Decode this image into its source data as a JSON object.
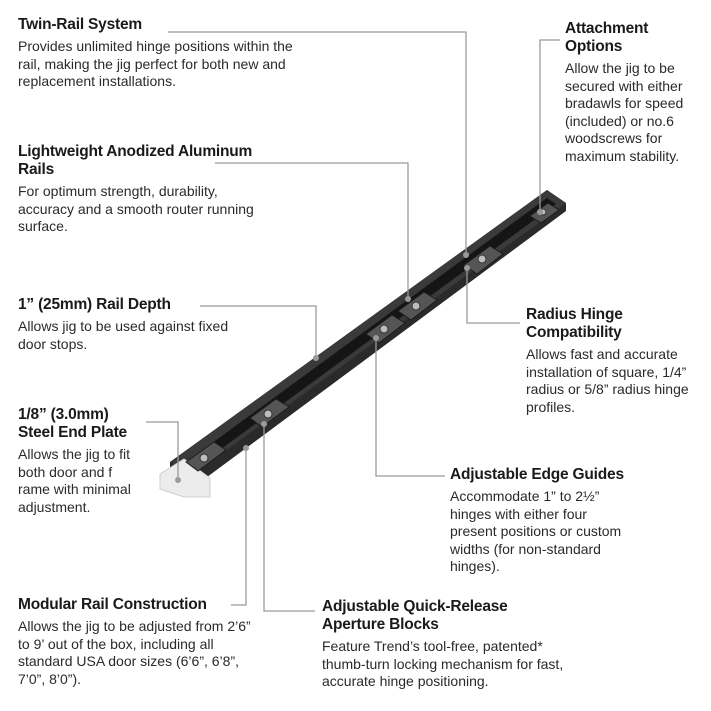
{
  "callouts": {
    "twin_rail": {
      "title": "Twin-Rail System",
      "body": "Provides unlimited hinge positions within the rail, making the jig perfect for both new and replacement installations."
    },
    "attachment": {
      "title": "Attachment Options",
      "body": "Allow the jig to be secured with either bradawls for speed (included) or no.6 woodscrews for maximum stability."
    },
    "aluminum": {
      "title": "Lightweight Anodized Aluminum Rails",
      "body": "For optimum strength, durability, accuracy and a smooth router running surface."
    },
    "rail_depth": {
      "title": "1” (25mm) Rail Depth",
      "body": "Allows jig to be used against fixed door stops."
    },
    "radius_hinge": {
      "title": "Radius Hinge Compatibility",
      "body": "Allows fast and accurate installation of square, 1/4” radius or 5/8” radius hinge profiles."
    },
    "end_plate": {
      "title": "1/8” (3.0mm) Steel End Plate",
      "body": "Allows the jig to fit both door and f rame with minimal adjustment."
    },
    "edge_guides": {
      "title": "Adjustable Edge Guides",
      "body": "Accommodate 1” to 2½” hinges with either four present positions or custom widths (for non-standard hinges)."
    },
    "modular": {
      "title": "Modular Rail Construction",
      "body": "Allows the jig to be adjusted from 2’6” to 9’ out of the box, including all standard USA door sizes (6’6”, 6’8”, 7’0”, 8’0”)."
    },
    "quick_release": {
      "title": "Adjustable Quick-Release Aperture Blocks",
      "body": "Feature Trend’s tool-free, patented* thumb-turn locking mechanism for fast, accurate hinge positioning."
    }
  },
  "colors": {
    "rail": "#2b2b2b",
    "rail_edge": "#4a4a4a",
    "leader": "#9a9a9a",
    "end_plate": "#e8e8e8"
  }
}
